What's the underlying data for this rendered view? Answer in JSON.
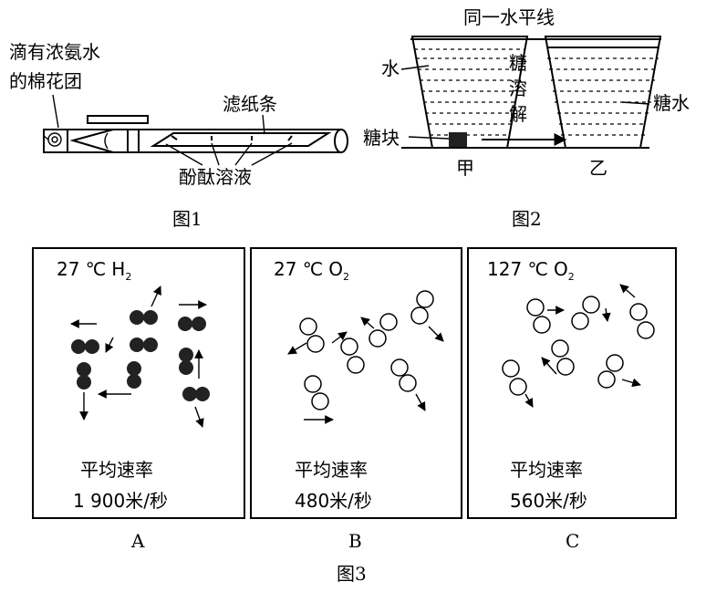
{
  "figure1": {
    "caption": "图1",
    "cotton_label_line1": "滴有浓氨水",
    "cotton_label_line2": "的棉花团",
    "filter_paper_label": "滤纸条",
    "phenolphthalein_label": "酚酞溶液"
  },
  "figure2": {
    "caption": "图2",
    "level_label": "同一水平线",
    "water_label": "水",
    "dissolve_label": [
      "糖",
      "溶",
      "解"
    ],
    "sugar_block_label": "糖块",
    "sugar_water_label": "糖水",
    "beaker_a_label": "甲",
    "beaker_b_label": "乙"
  },
  "figure3": {
    "caption": "图3",
    "panels": [
      {
        "letter": "A",
        "temp": "27 ℃",
        "gas": "H",
        "sub": "2",
        "speed_label": "平均速率",
        "speed_value": "1 900米/秒"
      },
      {
        "letter": "B",
        "temp": "27 ℃",
        "gas": "O",
        "sub": "2",
        "speed_label": "平均速率",
        "speed_value": "480米/秒"
      },
      {
        "letter": "C",
        "temp": "127 ℃",
        "gas": "O",
        "sub": "2",
        "speed_label": "平均速率",
        "speed_value": "560米/秒"
      }
    ]
  }
}
